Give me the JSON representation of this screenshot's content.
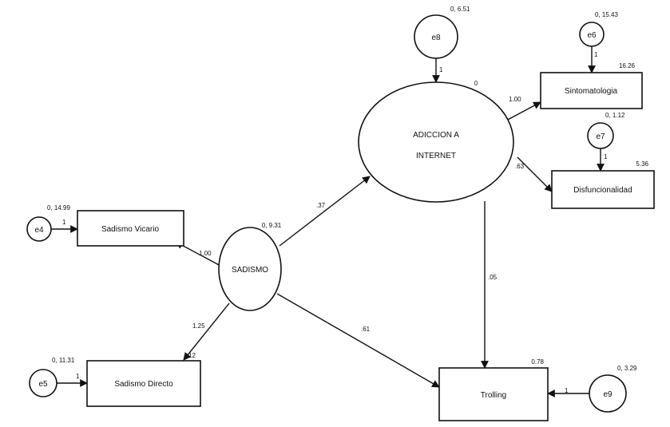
{
  "observed": {
    "sintomatologia": {
      "label": "Sintomatologia",
      "variance": "16.26"
    },
    "disfuncionalidad": {
      "label": "Disfuncionalidad",
      "variance": "5.36"
    },
    "sadismo_vicario": {
      "label": "Sadismo Vicario"
    },
    "sadismo_directo": {
      "label": "Sadismo Directo"
    },
    "trolling": {
      "label": "Trolling",
      "variance": "0.78"
    }
  },
  "latent": {
    "adiccion": {
      "line1": "ADICCION A",
      "line2": "INTERNET",
      "variance": "0"
    },
    "sadismo": {
      "label": "SADISMO",
      "variance": "0, 9.31"
    }
  },
  "errors": {
    "e4": {
      "label": "e4",
      "variance": "0, 14.99"
    },
    "e5": {
      "label": "e5",
      "variance": "0, 11.31"
    },
    "e6": {
      "label": "e6",
      "variance": "0, 15.43"
    },
    "e7": {
      "label": "e7",
      "variance": "0, 1.12"
    },
    "e8": {
      "label": "e8",
      "variance": "0, 6.51"
    },
    "e9": {
      "label": "e9",
      "variance": "0, 3.29"
    }
  },
  "paths": {
    "sadismo_adiccion": ".37",
    "sadismo_trolling": ".61",
    "adiccion_trolling": ".05",
    "adiccion_sintomatologia": "1.00",
    "adiccion_disfuncionalidad": ".63",
    "sadismo_vicario": "1.00",
    "sadismo_directo": "1.25",
    "directo_intercept": "12",
    "e4_fixed": "1",
    "e5_fixed": "1",
    "e6_fixed": "1",
    "e7_fixed": "1",
    "e8_fixed": "1",
    "e9_fixed": "1"
  }
}
